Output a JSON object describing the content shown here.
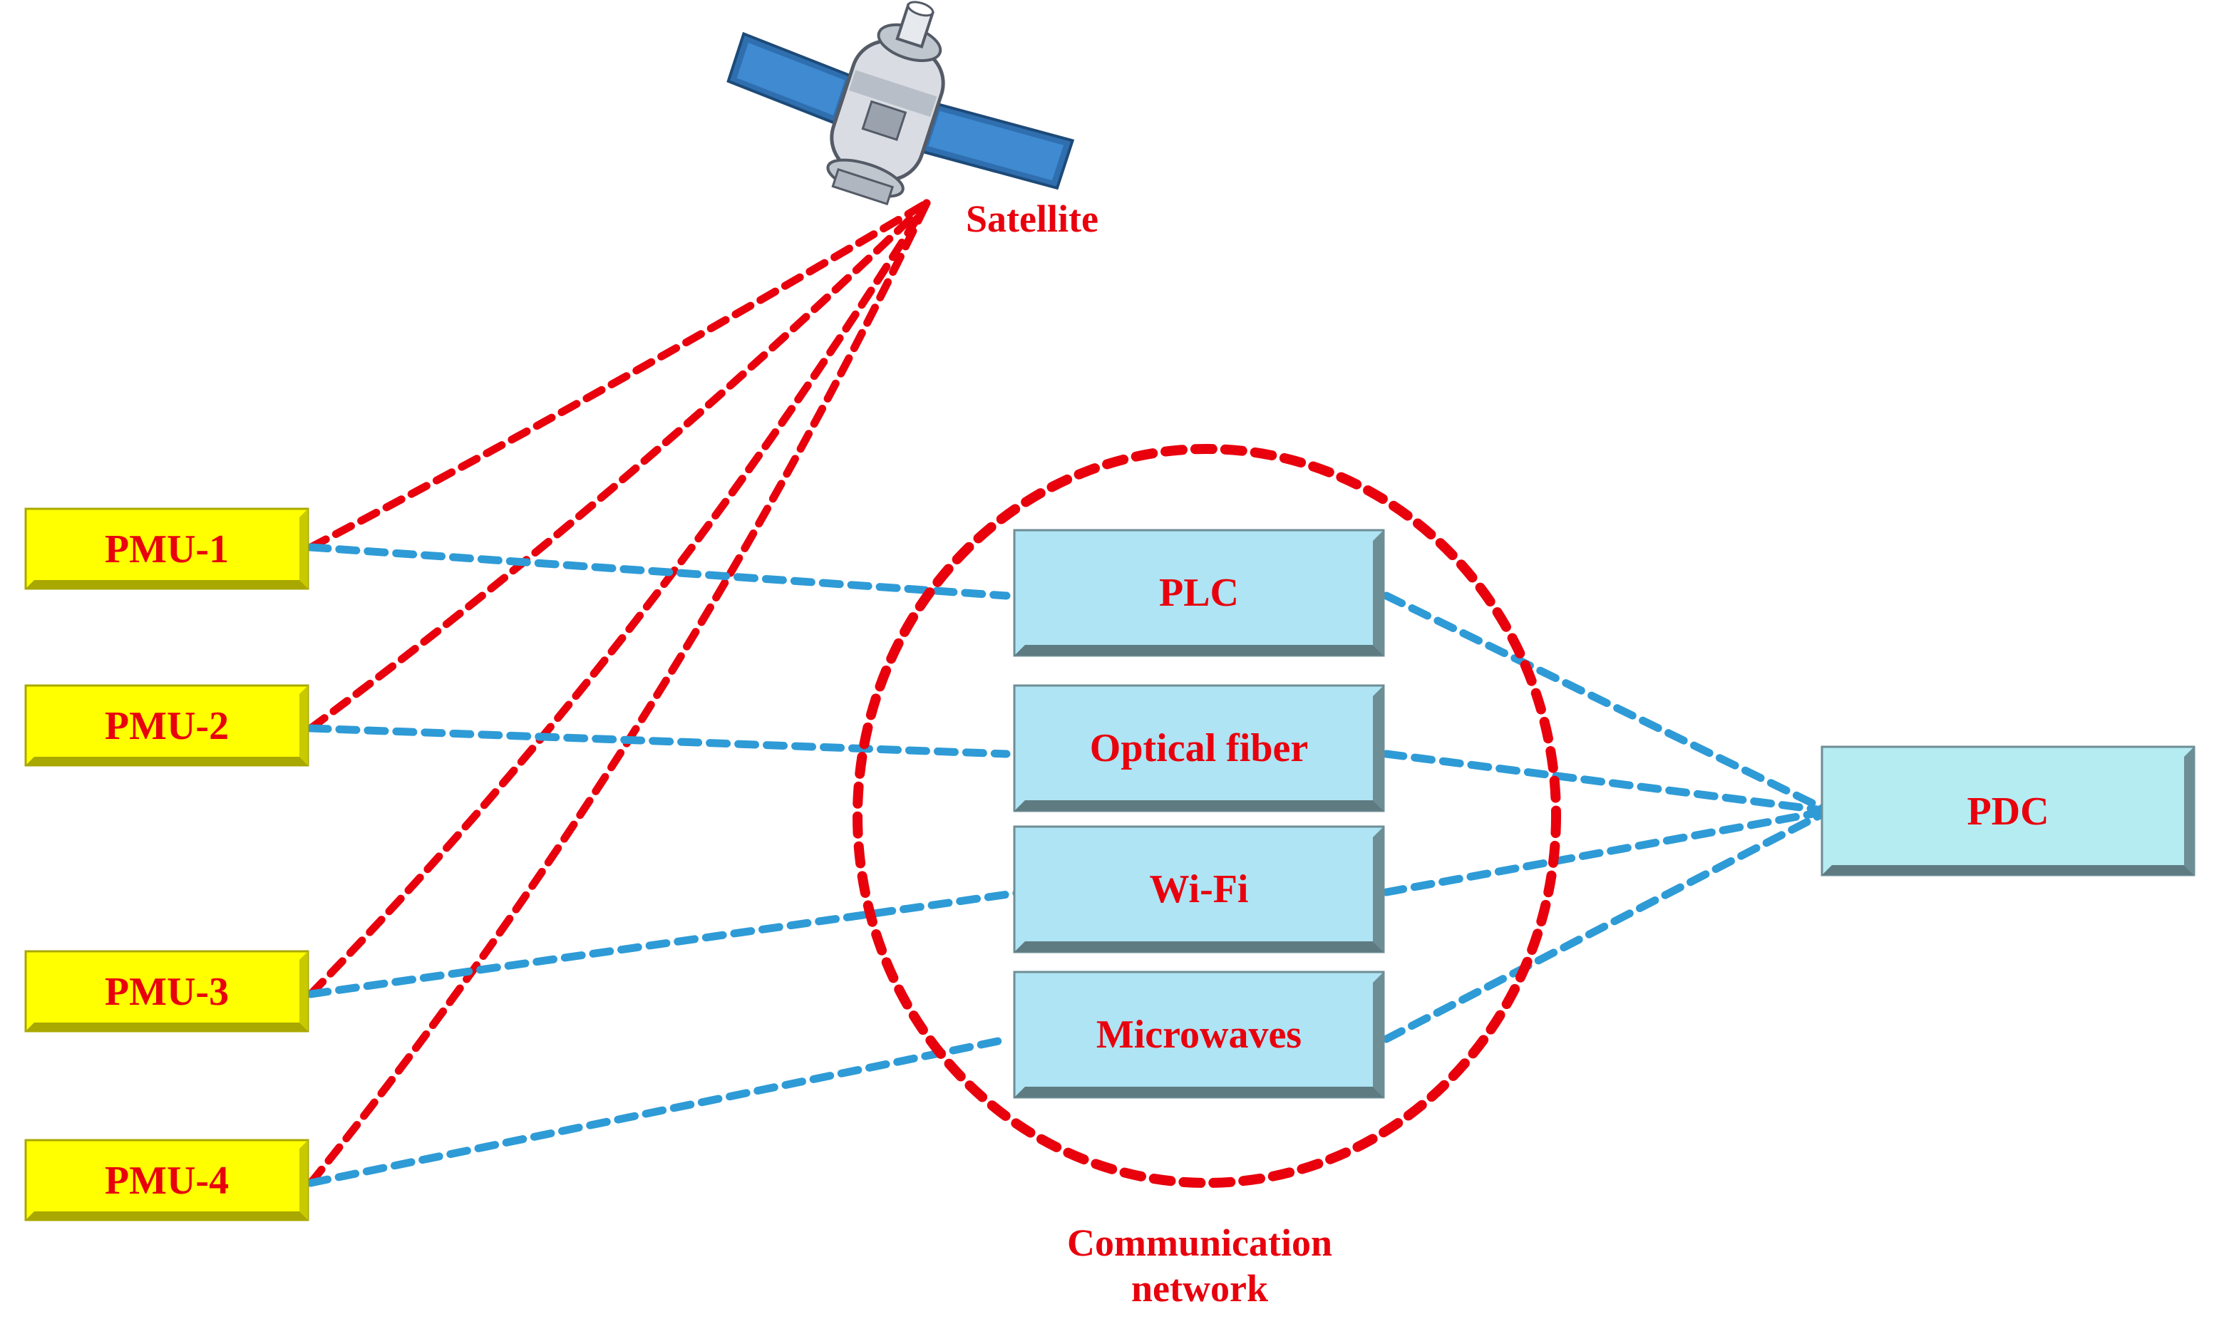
{
  "pmus": [
    {
      "id": "pmu1",
      "label": "PMU-1"
    },
    {
      "id": "pmu2",
      "label": "PMU-2"
    },
    {
      "id": "pmu3",
      "label": "PMU-3"
    },
    {
      "id": "pmu4",
      "label": "PMU-4"
    }
  ],
  "network_nodes": [
    {
      "id": "plc",
      "label": "PLC"
    },
    {
      "id": "fiber",
      "label": "Optical fiber"
    },
    {
      "id": "wifi",
      "label": "Wi-Fi"
    },
    {
      "id": "microwaves",
      "label": "Microwaves"
    }
  ],
  "pdc": {
    "label": "PDC"
  },
  "satellite": {
    "label": "Satellite"
  },
  "network": {
    "label_line1": "Communication",
    "label_line2": "network"
  },
  "colors": {
    "pmu_fill": "#ffff00",
    "pmu_shadow": "#b8b800",
    "box_fill": "#aee4f4",
    "box_shadow": "#6e8e96",
    "label_red": "#e8000d",
    "satellite_link": "#e8000d",
    "data_link": "#2e9bd6"
  },
  "links": {
    "satellite": [
      "pmu1",
      "pmu2",
      "pmu3",
      "pmu4"
    ],
    "pmu_to_network": [
      {
        "from": "pmu1",
        "to": "plc"
      },
      {
        "from": "pmu2",
        "to": "fiber"
      },
      {
        "from": "pmu3",
        "to": "wifi"
      },
      {
        "from": "pmu4",
        "to": "microwaves"
      }
    ],
    "network_to_pdc": [
      "plc",
      "fiber",
      "wifi",
      "microwaves"
    ]
  }
}
